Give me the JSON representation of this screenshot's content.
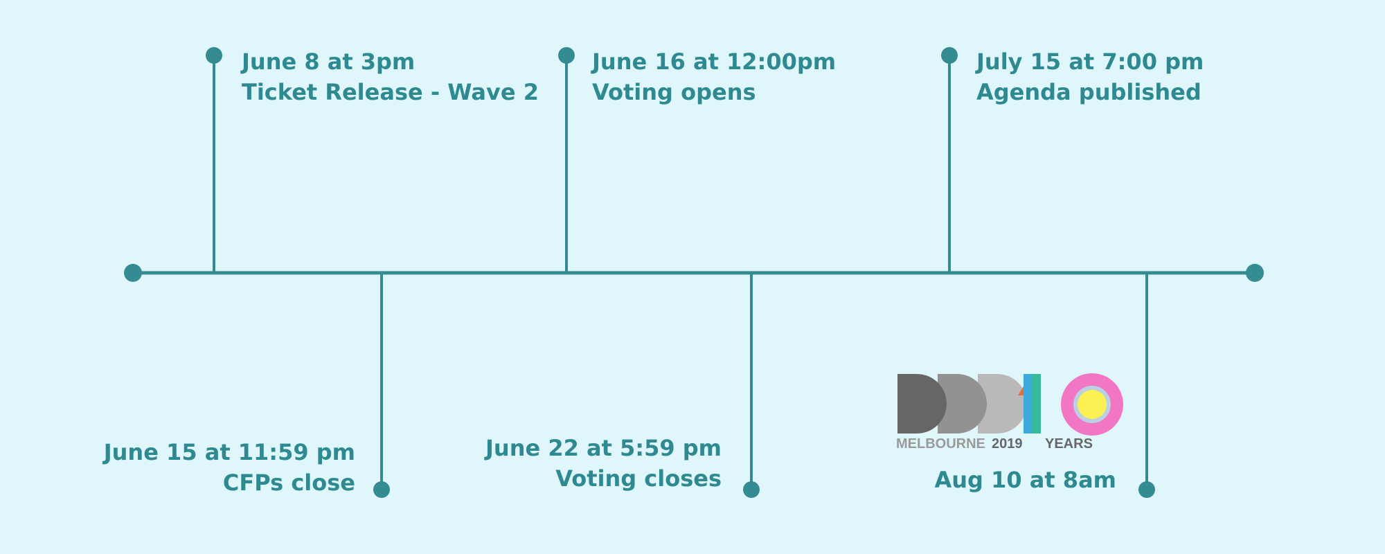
{
  "colors": {
    "background": "#dff6fb",
    "timeline": "#348c92",
    "text": "#2e8a90"
  },
  "events_top": [
    {
      "date": "June 8 at 3pm",
      "title": "Ticket Release - Wave 2"
    },
    {
      "date": "June 16 at 12:00pm",
      "title": "Voting opens"
    },
    {
      "date": "July 15 at 7:00 pm",
      "title": "Agenda published"
    }
  ],
  "events_bottom": [
    {
      "date": "June 15 at 11:59 pm",
      "title": "CFPs close"
    },
    {
      "date": "June 22 at 5:59 pm",
      "title": "Voting closes"
    },
    {
      "date": "Aug 10 at 8am"
    }
  ],
  "logo": {
    "city": "MELBOURNE",
    "year": "2019",
    "years_label": "YEARS"
  }
}
